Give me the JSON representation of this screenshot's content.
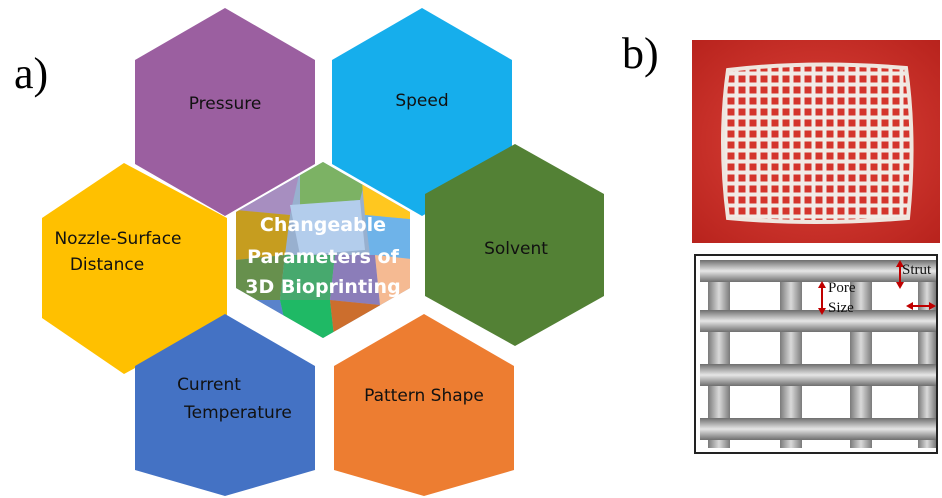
{
  "panel_labels": {
    "a": "a)",
    "b": "b)"
  },
  "hexagons": {
    "pressure": {
      "label": "Pressure",
      "color": "#9B5FA0"
    },
    "speed": {
      "label": "Speed",
      "color": "#16AEEC"
    },
    "nozzle_line1": "Nozzle-Surface",
    "nozzle_line2": "Distance",
    "nozzle_color": "#FFC000",
    "solvent": {
      "label": "Solvent",
      "color": "#538135"
    },
    "temperature_line1": "Current",
    "temperature_line2": "Temperature",
    "temperature_color": "#4472C4",
    "pattern": {
      "label": "Pattern Shape",
      "color": "#ED7D31"
    }
  },
  "center": {
    "line1": "Changeable",
    "line2": "Parameters of",
    "line3": "3D Bioprinting"
  },
  "scaffold": {
    "pore_label_1": "Pore",
    "pore_label_2": "Size",
    "strut_label": "Strut",
    "arrow_color": "#C00000"
  }
}
